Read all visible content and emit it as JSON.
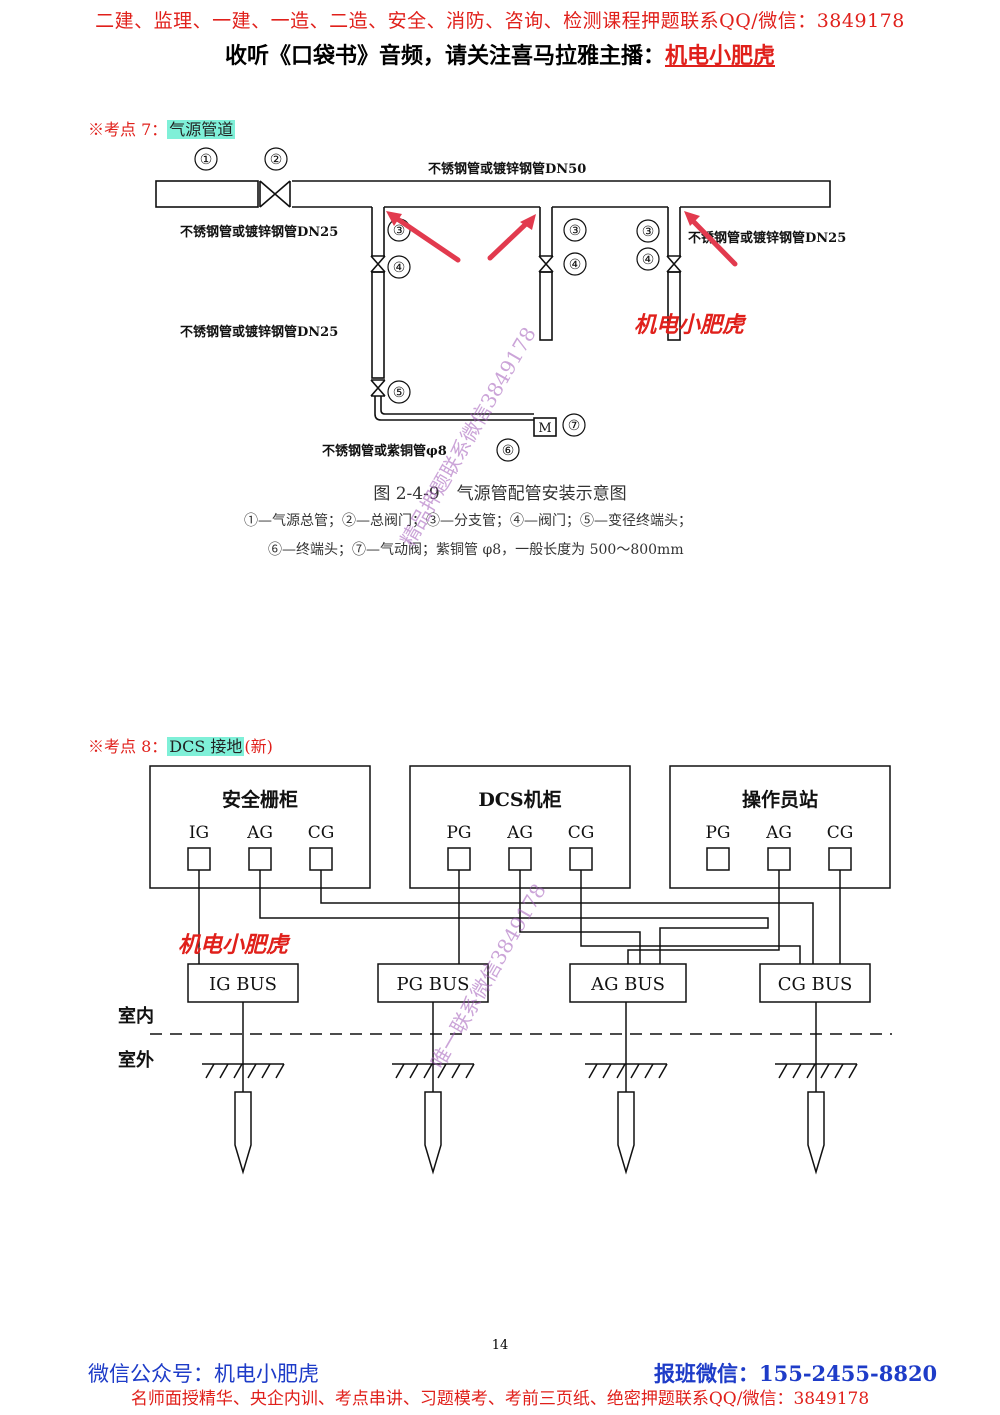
{
  "header": {
    "line1": "二建、监理、一建、一造、二造、安全、消防、咨询、检测课程押题联系QQ/微信：3849178",
    "line2_prefix": "收听《口袋书》音频，请关注喜马拉雅主播：",
    "line2_brand": "机电小肥虎"
  },
  "section7": {
    "marker": "※考点 7：",
    "title": "气源管道",
    "pipe_main": "不锈钢管或镀锌钢管DN50",
    "pipe_branch_left": "不锈钢管或镀锌钢管DN25",
    "pipe_branch_right": "不锈钢管或镀锌钢管DN25",
    "pipe_mid": "不锈钢管或镀锌钢管DN25",
    "pipe_end": "不锈钢管或紫铜管φ8",
    "motor": "M",
    "callouts": [
      "①",
      "②",
      "③",
      "④",
      "⑤",
      "⑥",
      "⑦"
    ],
    "figure_title": "图 2-4-9　气源管配管安装示意图",
    "legend_line1": "①—气源总管；②—总阀门；③—分支管；④—阀门；⑤—变径终端头；",
    "legend_line2": "⑥—终端头；⑦—气动阀；紫铜管 φ8，一般长度为 500～800mm",
    "stamp": "机电小肥虎"
  },
  "section8": {
    "marker": "※考点 8：",
    "title": "DCS 接地",
    "suffix": "(新)",
    "cabinets": [
      {
        "name": "安全栅柜",
        "ports": [
          "IG",
          "AG",
          "CG"
        ]
      },
      {
        "name": "DCS机柜",
        "ports": [
          "PG",
          "AG",
          "CG"
        ]
      },
      {
        "name": "操作员站",
        "ports": [
          "PG",
          "AG",
          "CG"
        ]
      }
    ],
    "buses": [
      "IG BUS",
      "PG BUS",
      "AG BUS",
      "CG BUS"
    ],
    "indoor": "室内",
    "outdoor": "室外",
    "stamp": "机电小肥虎"
  },
  "watermarks": [
    "精品押题联系微信3849178",
    "唯一联系微信3849178"
  ],
  "page_number": "14",
  "footer": {
    "wechat_account": "微信公众号：机电小肥虎",
    "enroll": "报班微信：155-2455-8820",
    "line2": "名师面授精华、央企内训、考点串讲、习题模考、考前三页纸、绝密押题联系QQ/微信：3849178"
  }
}
